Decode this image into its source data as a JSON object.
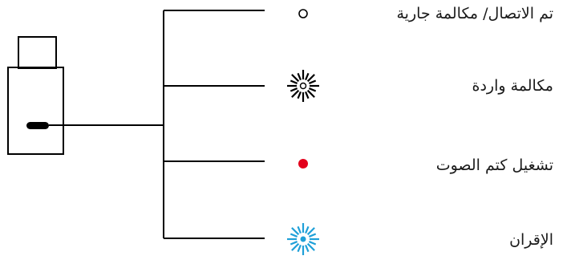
{
  "legend": {
    "items": [
      {
        "label": "تم الاتصال/ مكالمة جارية",
        "indicator": "steady-white-light-icon",
        "color": "#000000"
      },
      {
        "label": "مكالمة واردة",
        "indicator": "blinking-white-light-icon",
        "color": "#000000"
      },
      {
        "label": "تشغيل كتم الصوت",
        "indicator": "solid-red-light-icon",
        "color": "#e3001b"
      },
      {
        "label": "الإقران",
        "indicator": "blinking-blue-light-icon",
        "color": "#1fa0d8"
      }
    ]
  }
}
